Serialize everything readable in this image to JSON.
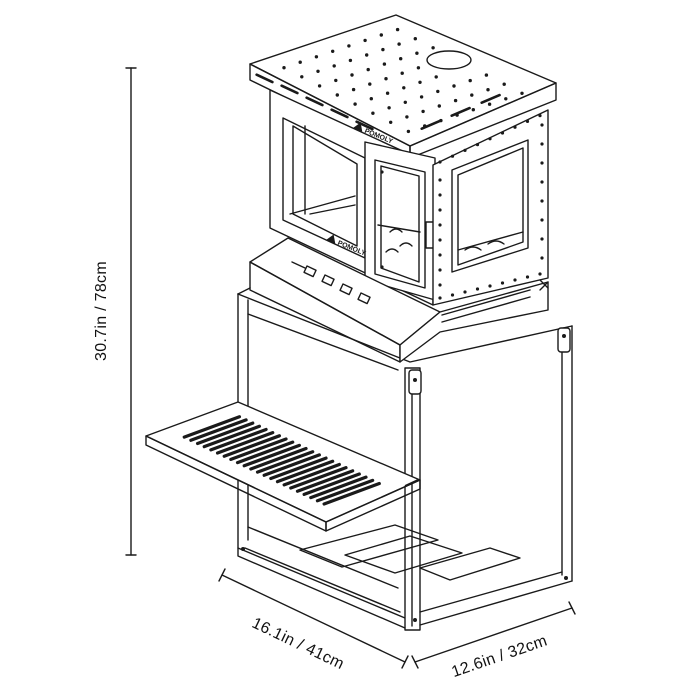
{
  "dimensions": {
    "height": "30.7in / 78cm",
    "width": "16.1in / 41cm",
    "depth": "12.6in / 32cm"
  },
  "brand": {
    "logo_text": "POMOLY"
  },
  "colors": {
    "line": "#1a1a1a",
    "background": "#ffffff"
  }
}
